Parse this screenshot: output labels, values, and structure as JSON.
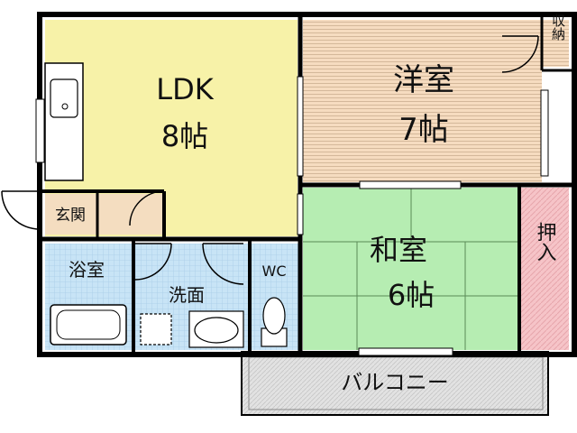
{
  "rooms": {
    "ldk": {
      "name": "LDK",
      "size": "8帖"
    },
    "western": {
      "name": "洋室",
      "size": "7帖"
    },
    "japanese": {
      "name": "和室",
      "size": "6帖"
    },
    "storage": {
      "name": "収納"
    },
    "closet": {
      "name": "押入"
    },
    "entrance": {
      "name": "玄関"
    },
    "bath": {
      "name": "浴室"
    },
    "washroom": {
      "name": "洗面"
    },
    "wc": {
      "name": "WC"
    },
    "balcony": {
      "name": "バルコニー"
    }
  },
  "colors": {
    "ldk": "#f7f2a8",
    "western": "#f6dcc0",
    "japanese": "#b6edb2",
    "closet": "#f6c4c8",
    "wet": "#c8e4f6",
    "entrance": "#f4ddc0",
    "balcony": "#e2e2e2",
    "wall": "#000000"
  }
}
